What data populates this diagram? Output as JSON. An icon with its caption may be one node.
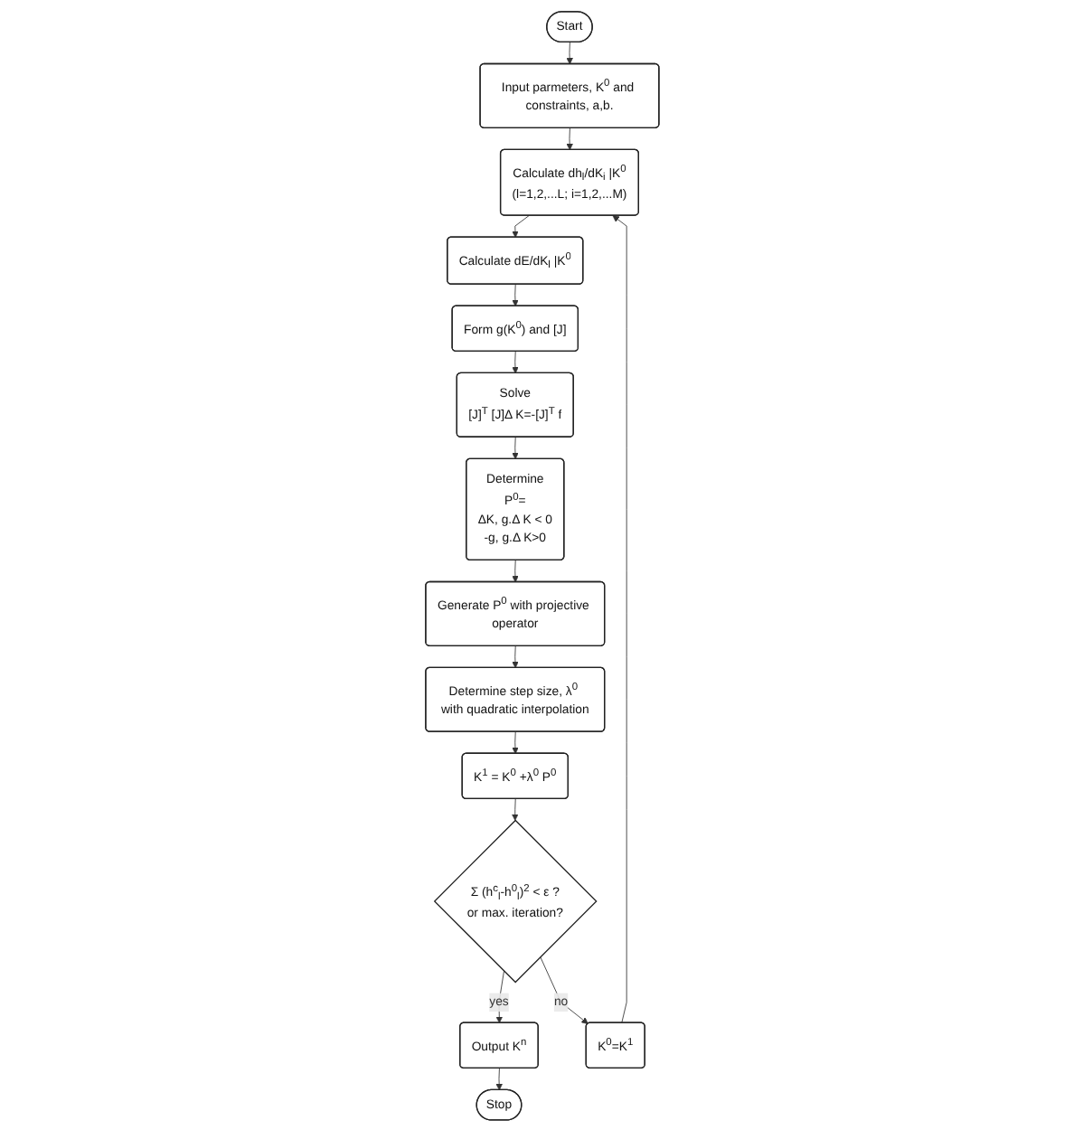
{
  "diagram": {
    "nodes": [
      {
        "text": [
          "Start"
        ]
      },
      {
        "text": [
          "Input parmeters, K$^{0}$ and constraints, a,b."
        ]
      },
      {
        "text": [
          "Calculate dh$_{l}$/dK$_{i}$ |K$^{0}$",
          "(l=1,2,...L; i=1,2,...M)"
        ]
      },
      {
        "text": [
          "Calculate dE/dK$_{l}$ |K$^{0}$"
        ]
      },
      {
        "text": [
          "Form g(K$^{0}$) and [J]"
        ]
      },
      {
        "text": [
          "Solve",
          "[J]$^{T}$ [J]Δ K=-[J]$^{T}$ f"
        ]
      },
      {
        "text": [
          "Determine",
          "P$^{0}$=",
          "ΔK, g.Δ K < 0",
          "-g,   g.Δ K>0"
        ]
      },
      {
        "text": [
          "Generate P$^{0}$ with projective operator"
        ]
      },
      {
        "text": [
          "Determine step size, λ$^{0}$ with quadratic interpolation"
        ]
      },
      {
        "text": [
          "K$^{1}$ = K$^{0}$ +λ$^{0}$ P$^{0}$"
        ]
      },
      {
        "text": [
          "Σ (h$^{c}$$_{l}$-h$^{0}$$_{l}$)$^{2}$ < ε ?",
          "or max. iteration?"
        ]
      },
      {
        "text": [
          "Output K$^{n}$"
        ]
      },
      {
        "text": [
          "Stop"
        ]
      },
      {
        "text": [
          "K$^{0}$=K$^{1}$"
        ]
      }
    ],
    "edges": [
      {
        "from": 0,
        "to": 1,
        "arrow": "to"
      },
      {
        "from": 1,
        "to": 2,
        "arrow": "to"
      },
      {
        "from": 2,
        "to": 3,
        "arrow": "to"
      },
      {
        "from": 3,
        "to": 4,
        "arrow": "to"
      },
      {
        "from": 4,
        "to": 5,
        "arrow": "to"
      },
      {
        "from": 5,
        "to": 6,
        "arrow": "to"
      },
      {
        "from": 6,
        "to": 7,
        "arrow": "to"
      },
      {
        "from": 7,
        "to": 8,
        "arrow": "to"
      },
      {
        "from": 8,
        "to": 9,
        "arrow": "to"
      },
      {
        "from": 9,
        "to": 10,
        "arrow": "to"
      },
      {
        "from": 10,
        "to": 11,
        "label": "yes",
        "arrow": "to"
      },
      {
        "from": 11,
        "to": 12,
        "arrow": "to"
      },
      {
        "from": 10,
        "to": 13,
        "label": "no",
        "arrow": "to"
      },
      {
        "from": 13,
        "to": 2,
        "arrow": "to"
      }
    ]
  }
}
